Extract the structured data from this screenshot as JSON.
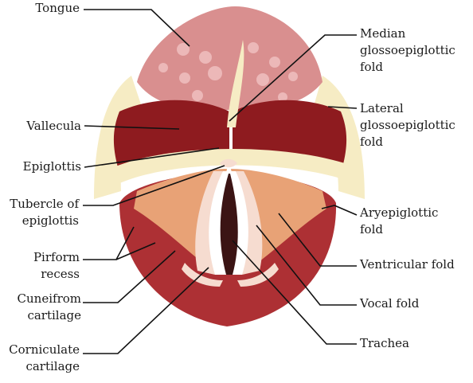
{
  "labels": {
    "tongue": "Tongue",
    "vallecula": "Vallecula",
    "epiglottis": "Epiglottis",
    "tubercle_of_epiglottis": "Tubercle of\nepiglottis",
    "pirform_recess": "Pirform\nrecess",
    "cuneifrom_cartilage": "Cuneifrom\ncartilage",
    "corniculate_cartilage": "Corniculate\ncartilage",
    "median_glossoepiglottic_fold": "Median\nglossoepiglottic\nfold",
    "lateral_glossoepiglottic_fold": "Lateral\nglossoepiglottic\nfold",
    "aryepiglottic_fold": "Aryepiglottic\nfold",
    "ventricular_fold": "Ventricular fold",
    "vocal_fold": "Vocal fold",
    "trachea": "Trachea"
  },
  "colors": {
    "tongue": "#d98f8f",
    "tongue_papilla": "#ecb8b8",
    "vallecula": "#8e1b1f",
    "pale_fold": "#f6ecc4",
    "laryngeal_wall": "#ad3034",
    "aryepiglottic": "#e8a276",
    "vocal_fold": "#f6dcd0",
    "glottis": "#ffffff",
    "trachea": "#3b1414",
    "leader_line": "#111111"
  }
}
